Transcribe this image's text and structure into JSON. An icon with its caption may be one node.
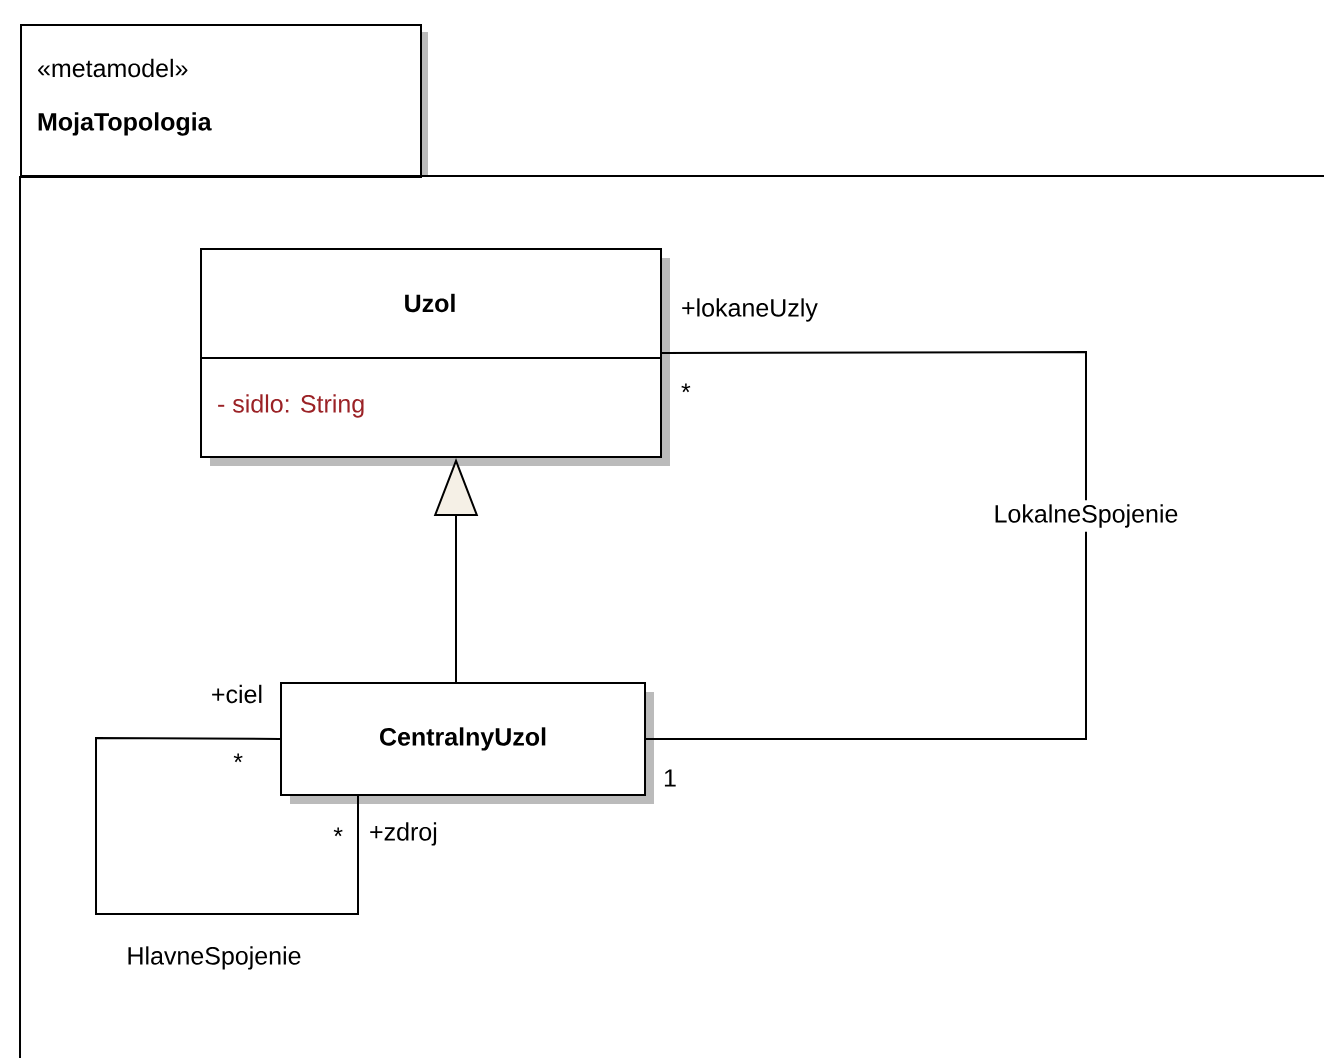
{
  "diagram": {
    "nodes": [
      {
        "text": [
          "«metamodel»",
          "MojaTopologia"
        ]
      },
      {
        "text": [
          "Uzol",
          "- sidlo: String"
        ],
        "in": 0
      },
      {
        "text": [
          "CentralnyUzol"
        ],
        "in": 0
      }
    ],
    "edges": [
      {
        "from": 2,
        "to": 1,
        "arrow": "to"
      },
      {
        "from": 1,
        "to": 2,
        "arrow": "none",
        "label": "LokalneSpojenie"
      },
      {
        "from": 2,
        "to": 2,
        "arrow": "none",
        "label": "HlavneSpojenie"
      }
    ],
    "labels": [
      "+lokaneUzly",
      "*",
      "+ciel",
      "*",
      "1",
      "*",
      "+zdroj"
    ]
  }
}
